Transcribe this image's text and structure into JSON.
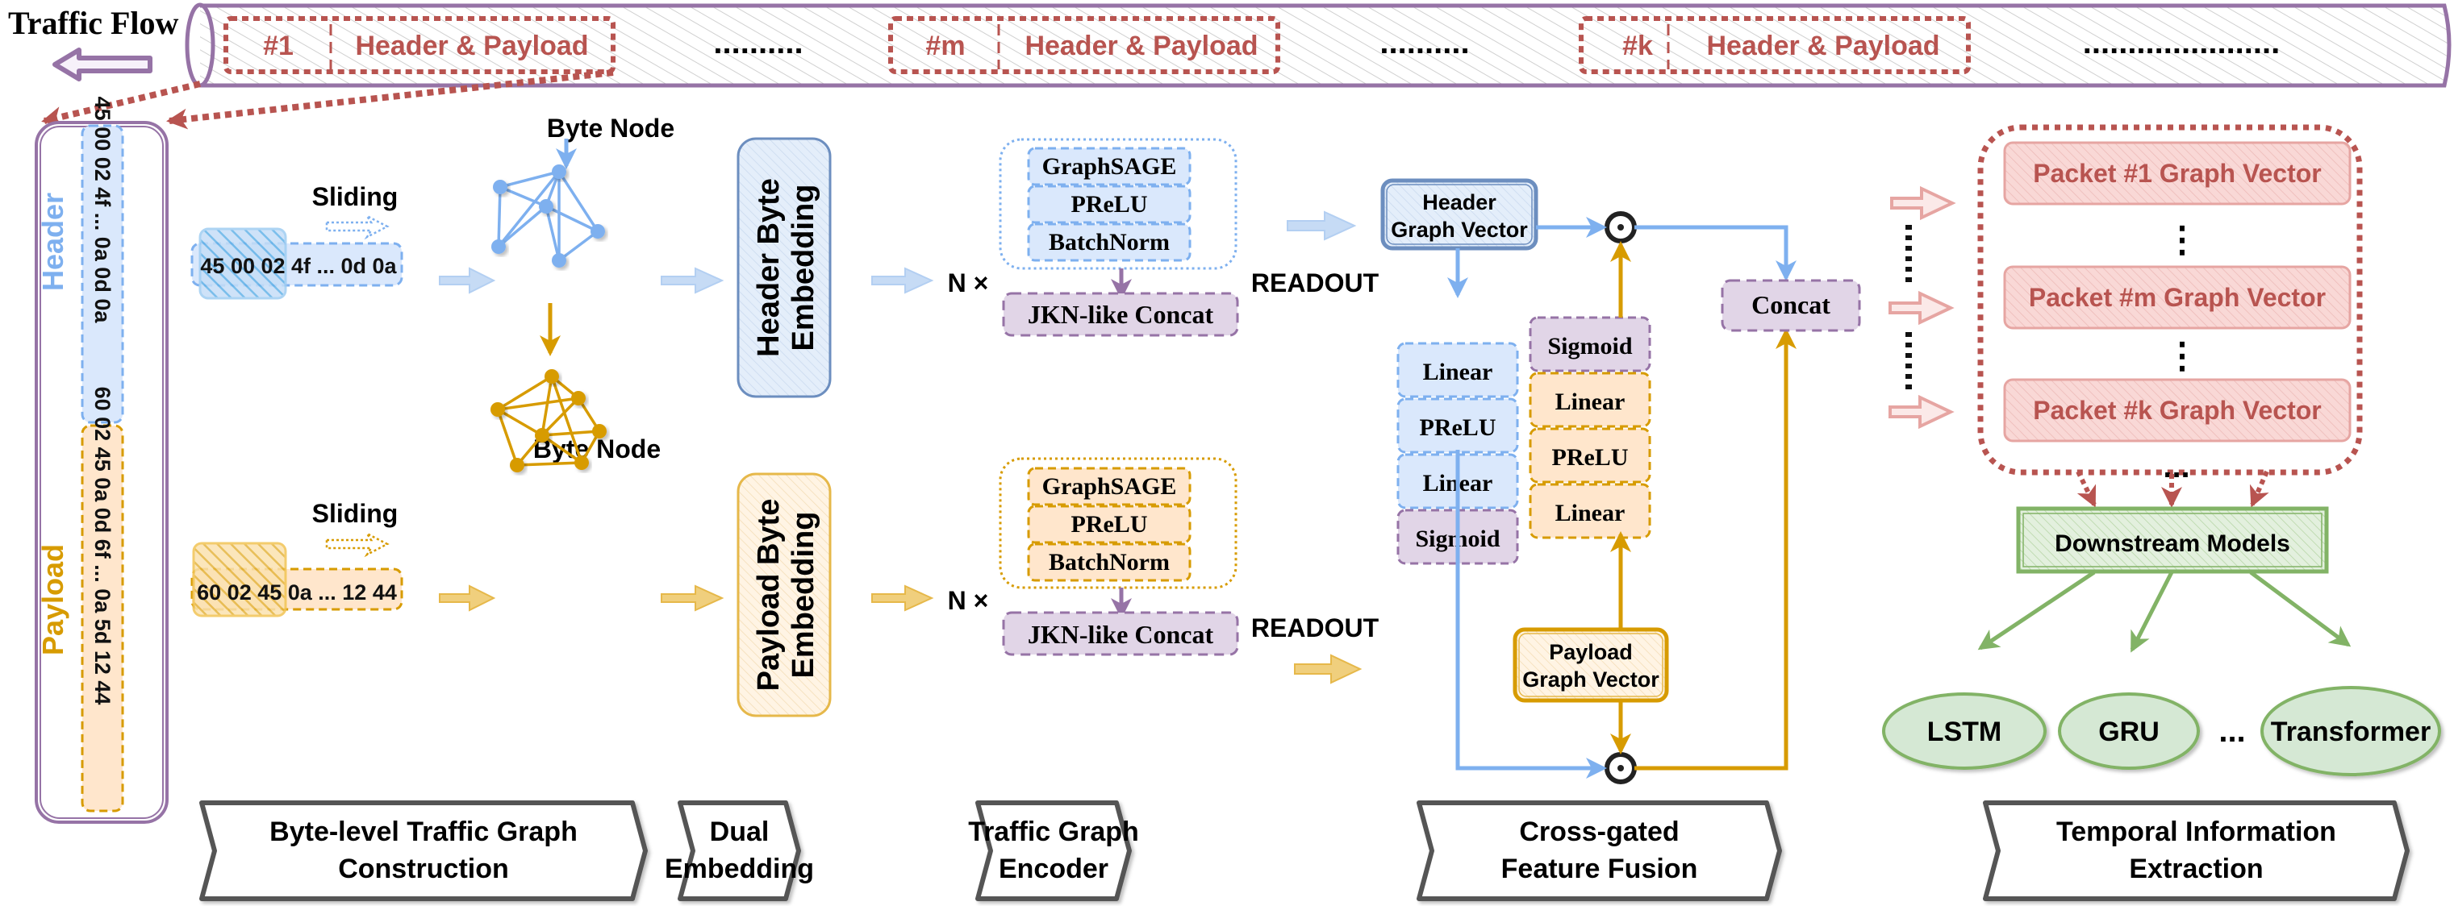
{
  "colors": {
    "purple": "#9673a6",
    "purple_fill": "#e1d5e7",
    "blue": "#7eb0ef",
    "blue_fill": "#dae8fc",
    "blue_dark": "#6c8ebf",
    "orange": "#d79b00",
    "orange_fill": "#ffe6cc",
    "gold": "#e6b84a",
    "red": "#b85450",
    "red_fill": "#f8cecc",
    "green": "#82b366",
    "green_fill": "#d5e8d4"
  },
  "traffic_flow": {
    "title": "Traffic Flow",
    "packets": [
      {
        "id": "#1",
        "label": "Header & Payload"
      },
      {
        "id": "#m",
        "label": "Header & Payload"
      },
      {
        "id": "#k",
        "label": "Header & Payload"
      }
    ],
    "ellipsis": "..........",
    "ellipsis_long": "......................"
  },
  "packet_column": {
    "header_label": "Header",
    "header_bytes": "45 00 02 4f ... 0a 0d 0a",
    "payload_label": "Payload",
    "payload_bytes": "60 02 45 0a 0d 6f ... 0a 5d 12 44"
  },
  "graph_construction": {
    "header": {
      "sliding": "Sliding",
      "bytes": "45 00 02 4f ... 0d 0a",
      "byte_node": "Byte Node"
    },
    "payload": {
      "sliding": "Sliding",
      "bytes": "60 02 45 0a ... 12 44",
      "byte_node": "Byte Node"
    }
  },
  "embedding": {
    "header": [
      "Header Byte",
      "Embedding"
    ],
    "payload": [
      "Payload Byte",
      "Embedding"
    ]
  },
  "encoder": {
    "repeat": "N ×",
    "layers": [
      "GraphSAGE",
      "PReLU",
      "BatchNorm"
    ],
    "concat": "JKN-like Concat",
    "readout": "READOUT"
  },
  "fusion": {
    "header_vector": [
      "Header",
      "Graph Vector"
    ],
    "payload_vector": [
      "Payload",
      "Graph Vector"
    ],
    "header_gate": [
      "Linear",
      "PReLU",
      "Linear",
      "Sigmoid"
    ],
    "payload_gate": [
      "Sigmoid",
      "Linear",
      "PReLU",
      "Linear"
    ],
    "concat": "Concat",
    "op_symbol": "⊙"
  },
  "temporal": {
    "vectors": [
      "Packet #1 Graph Vector",
      "Packet #m Graph Vector",
      "Packet #k Graph Vector"
    ],
    "vdots": "⋮",
    "ellipsis": "...",
    "downstream": "Downstream Models",
    "models": [
      "LSTM",
      "GRU",
      "Transformer"
    ],
    "models_ellipsis": "..."
  },
  "stages": [
    [
      "Byte-level Traffic Graph",
      "Construction"
    ],
    [
      "Dual",
      "Embedding"
    ],
    [
      "Traffic Graph",
      "Encoder"
    ],
    [
      "Cross-gated",
      "Feature Fusion"
    ],
    [
      "Temporal Information",
      "Extraction"
    ]
  ]
}
